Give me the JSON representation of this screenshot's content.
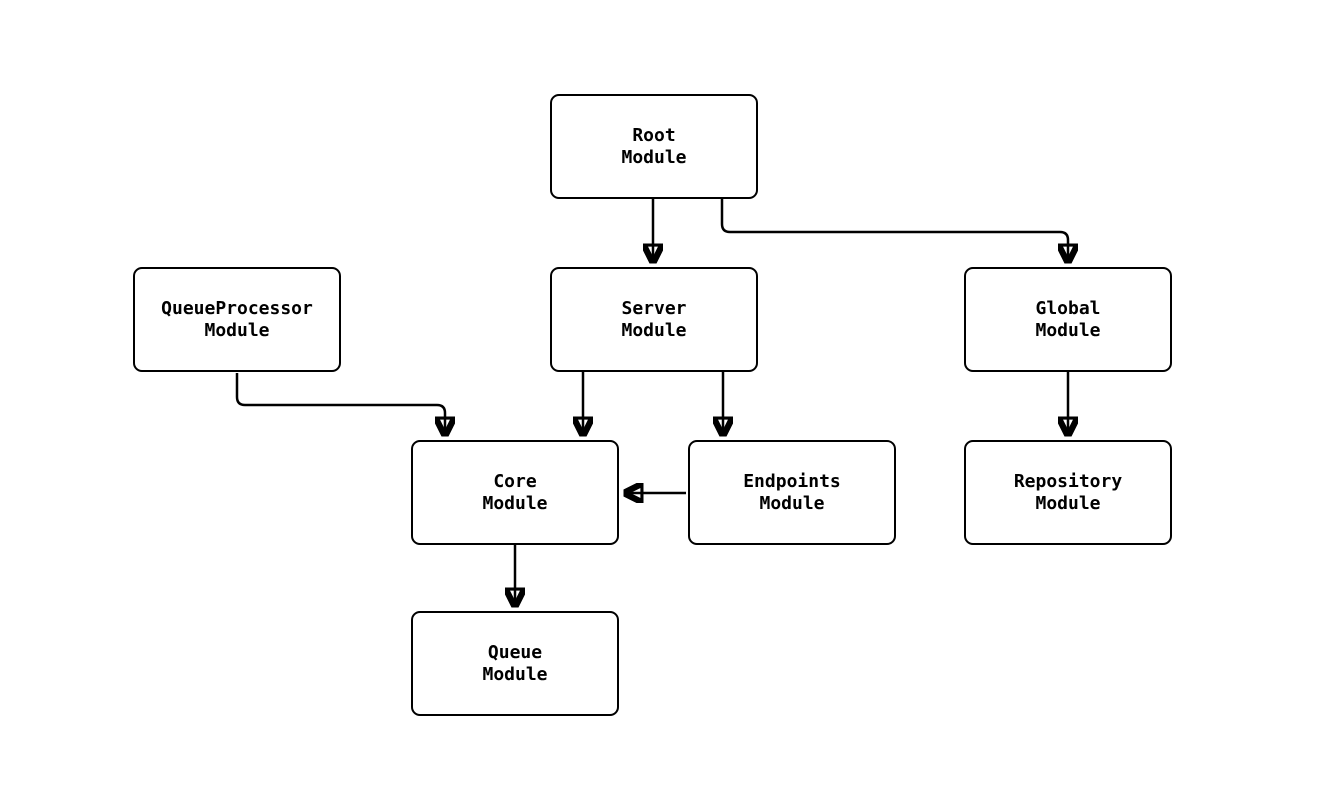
{
  "diagram": {
    "type": "module-dependency-graph",
    "background_color": "#ffffff",
    "node_fill_color": "#ffffff",
    "stroke_color": "#000000",
    "nodes": {
      "root": {
        "line1": "Root",
        "line2": "Module"
      },
      "queue_processor": {
        "line1": "QueueProcessor",
        "line2": "Module"
      },
      "server": {
        "line1": "Server",
        "line2": "Module"
      },
      "global": {
        "line1": "Global",
        "line2": "Module"
      },
      "core": {
        "line1": "Core",
        "line2": "Module"
      },
      "endpoints": {
        "line1": "Endpoints",
        "line2": "Module"
      },
      "repository": {
        "line1": "Repository",
        "line2": "Module"
      },
      "queue": {
        "line1": "Queue",
        "line2": "Module"
      }
    },
    "edges": [
      {
        "from": "Root Module",
        "to": "Server Module"
      },
      {
        "from": "Root Module",
        "to": "Global Module"
      },
      {
        "from": "QueueProcessor Module",
        "to": "Core Module"
      },
      {
        "from": "Server Module",
        "to": "Core Module"
      },
      {
        "from": "Server Module",
        "to": "Endpoints Module"
      },
      {
        "from": "Global Module",
        "to": "Repository Module"
      },
      {
        "from": "Endpoints Module",
        "to": "Core Module"
      },
      {
        "from": "Core Module",
        "to": "Queue Module"
      }
    ]
  }
}
